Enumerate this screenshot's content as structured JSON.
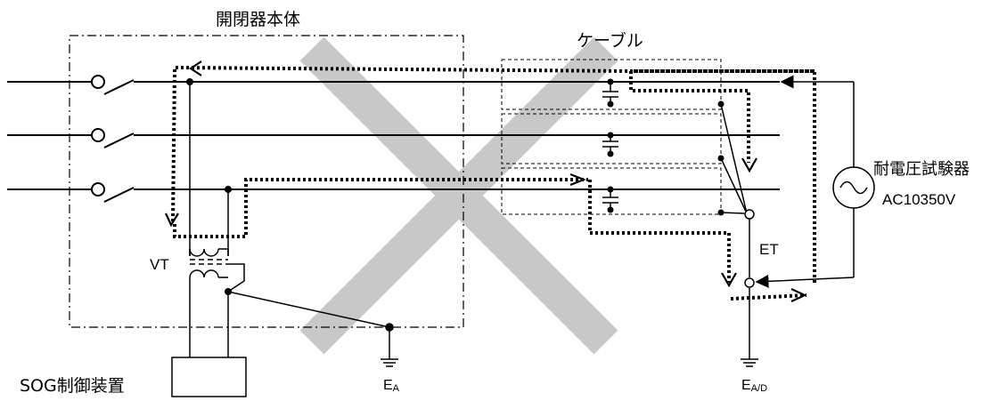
{
  "labels": {
    "switchgear_body": "開閉器本体",
    "cable": "ケーブル",
    "vt": "VT",
    "et": "ET",
    "tester_name": "耐電圧試験器",
    "tester_voltage": "AC10350V",
    "sog_controller": "SOG制御装置",
    "earth_a_main": "E",
    "earth_a_sub": "A",
    "earth_ad_main": "E",
    "earth_ad_sub": "A/D"
  },
  "colors": {
    "line": "#000000",
    "cross_mark": "#c8c8c8",
    "background": "#ffffff"
  },
  "icons": {
    "ac_source": "ac-sine-source-icon",
    "earth": "earth-ground-icon",
    "capacitor": "capacitor-icon",
    "switch": "disconnect-switch-icon",
    "transformer": "vt-transformer-icon",
    "cross_mark": "prohibited-cross-icon"
  }
}
